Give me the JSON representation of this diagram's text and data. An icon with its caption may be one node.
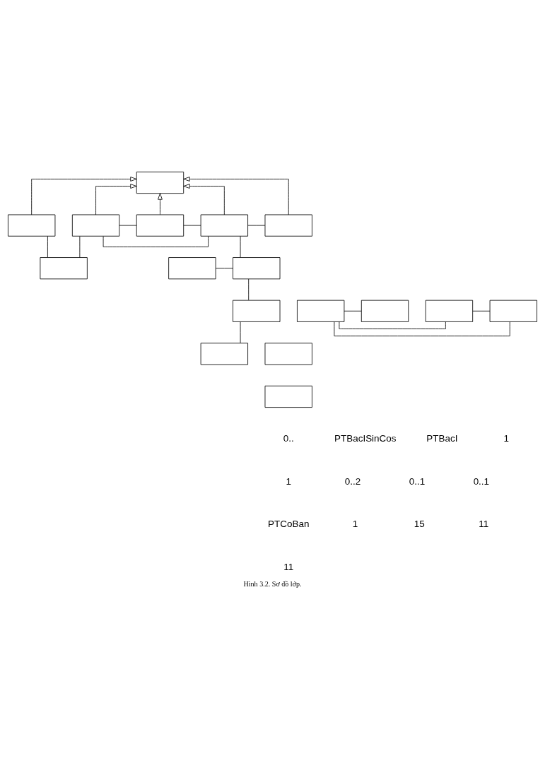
{
  "diagram": {
    "caption": "Hình 3.2. Sơ đồ lớp.",
    "nodes": [
      {
        "text": [],
        "shape": "box"
      },
      {
        "text": [],
        "shape": "box"
      },
      {
        "text": [],
        "shape": "box"
      },
      {
        "text": [],
        "shape": "box"
      },
      {
        "text": [],
        "shape": "box"
      },
      {
        "text": [],
        "shape": "box"
      },
      {
        "text": [],
        "shape": "box"
      },
      {
        "text": [],
        "shape": "box"
      },
      {
        "text": [],
        "shape": "box"
      },
      {
        "text": [],
        "shape": "box"
      },
      {
        "text": [],
        "shape": "box"
      },
      {
        "text": [],
        "shape": "box"
      },
      {
        "text": [],
        "shape": "box"
      },
      {
        "text": [],
        "shape": "box"
      },
      {
        "text": [],
        "shape": "box"
      },
      {
        "text": [],
        "shape": "box"
      },
      {
        "text": [],
        "shape": "box"
      }
    ],
    "edges": [
      {
        "from": 1,
        "to": 0,
        "arrow": "to"
      },
      {
        "from": 2,
        "to": 0,
        "arrow": "to"
      },
      {
        "from": 3,
        "to": 0,
        "arrow": "to"
      },
      {
        "from": 4,
        "to": 0,
        "arrow": "to"
      },
      {
        "from": 5,
        "to": 0,
        "arrow": "to"
      },
      {
        "from": 2,
        "to": 3,
        "arrow": "none"
      },
      {
        "from": 3,
        "to": 4,
        "arrow": "none"
      },
      {
        "from": 4,
        "to": 5,
        "arrow": "none"
      },
      {
        "from": 2,
        "to": 4,
        "arrow": "none"
      },
      {
        "from": 1,
        "to": 6,
        "arrow": "none"
      },
      {
        "from": 6,
        "to": 2,
        "arrow": "none"
      },
      {
        "from": 4,
        "to": 8,
        "arrow": "none"
      },
      {
        "from": 7,
        "to": 8,
        "arrow": "none"
      },
      {
        "from": 8,
        "to": 9,
        "arrow": "none"
      },
      {
        "from": 9,
        "to": 10,
        "arrow": "none"
      },
      {
        "from": 11,
        "to": 12,
        "arrow": "none"
      },
      {
        "from": 12,
        "to": 13,
        "arrow": "none"
      },
      {
        "from": 11,
        "to": 14,
        "arrow": "none"
      },
      {
        "from": 11,
        "to": 13,
        "arrow": "none"
      }
    ],
    "labels": [
      "0..",
      "PTBacISinCos",
      "PTBacI",
      "1",
      "1",
      "0..2",
      "0..1",
      "0..1",
      "PTCoBan",
      "1",
      "15",
      "11",
      "11"
    ]
  }
}
